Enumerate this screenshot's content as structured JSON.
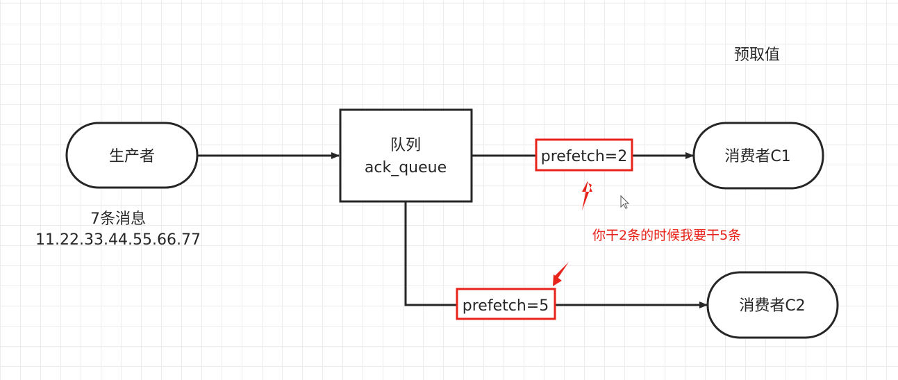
{
  "title": "预取值",
  "producer": {
    "label": "生产者",
    "note_line1": "7条消息",
    "note_line2": "11.22.33.44.55.66.77"
  },
  "queue": {
    "line1": "队列",
    "line2": "ack_queue"
  },
  "consumer1": {
    "label": "消费者C1",
    "prefetch": "prefetch=2"
  },
  "consumer2": {
    "label": "消费者C2",
    "prefetch": "prefetch=5"
  },
  "annotation": "你干2条的时候我要干5条",
  "colors": {
    "line": "#262626",
    "highlight": "#e8231a",
    "grid": "#ececec"
  }
}
